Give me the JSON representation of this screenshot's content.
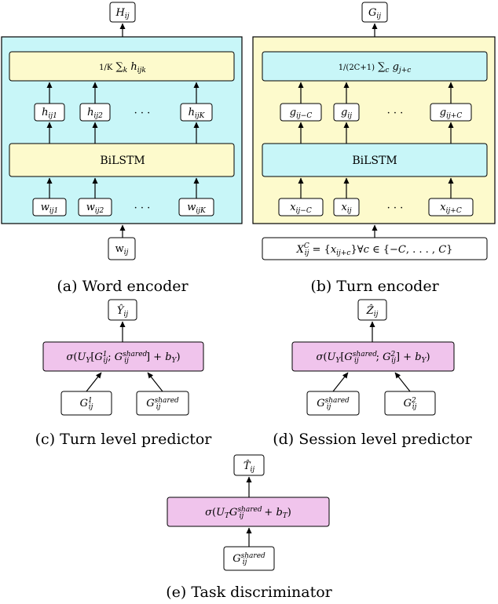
{
  "colors": {
    "cyan": "#c8f6f8",
    "yellow": "#fdfacc",
    "pink": "#f0c4ec"
  },
  "captions": {
    "a": "(a) Word encoder",
    "b": "(b) Turn encoder",
    "c": "(c) Turn level predictor",
    "d": "(d) Session level predictor",
    "e": "(e) Task discriminator"
  },
  "word_encoder": {
    "output": "H_ij",
    "avg_label": "(1/K) Σ_k h_ijk",
    "hidden": [
      "h_ij1",
      "h_ij2",
      "…",
      "h_ijK"
    ],
    "bilstm": "BiLSTM",
    "inputs": [
      "w_ij1",
      "w_ij2",
      "…",
      "w_ijK"
    ],
    "source": "w_ij"
  },
  "turn_encoder": {
    "output": "G_ij",
    "avg_label": "(1/(2C+1)) Σ_c g_j+c",
    "hidden": [
      "g_ij−C",
      "g_ij",
      "…",
      "g_ij+C"
    ],
    "bilstm": "BiLSTM",
    "inputs": [
      "x_ij−C",
      "x_ij",
      "…",
      "x_ij+C"
    ],
    "source": "X^C_ij = {x_ij+c} ∀c ∈ {−C, . . . , C}"
  },
  "turn_predictor": {
    "output": "Ŷ_ij",
    "formula": "σ(U_Y[G^1_ij; G^shared_ij] + b_Y)",
    "inputs": [
      "G^1_ij",
      "G^shared_ij"
    ]
  },
  "session_predictor": {
    "output": "Ẑ_ij",
    "formula": "σ(U_Y[G^shared_ij; G^2_ij] + b_Y)",
    "inputs": [
      "G^shared_ij",
      "G^2_ij"
    ]
  },
  "task_discriminator": {
    "output": "T̂_ij",
    "formula": "σ(U_T G^shared_ij + b_T)",
    "input": "G^shared_ij"
  }
}
